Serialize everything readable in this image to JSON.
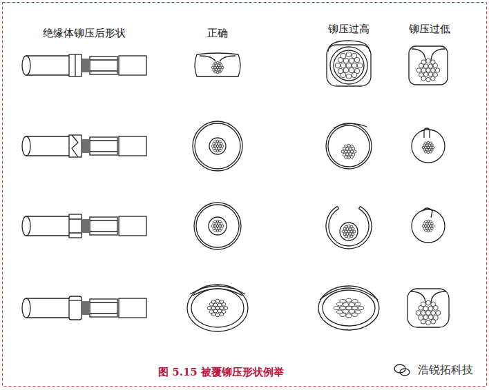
{
  "diagram": {
    "caption": "图 5.15 被覆铆压形状例举",
    "labels": [
      "绝缘体铆压后形状",
      "正确",
      "铆压过高",
      "铆压过低",
      "浩锐拓科技"
    ]
  }
}
